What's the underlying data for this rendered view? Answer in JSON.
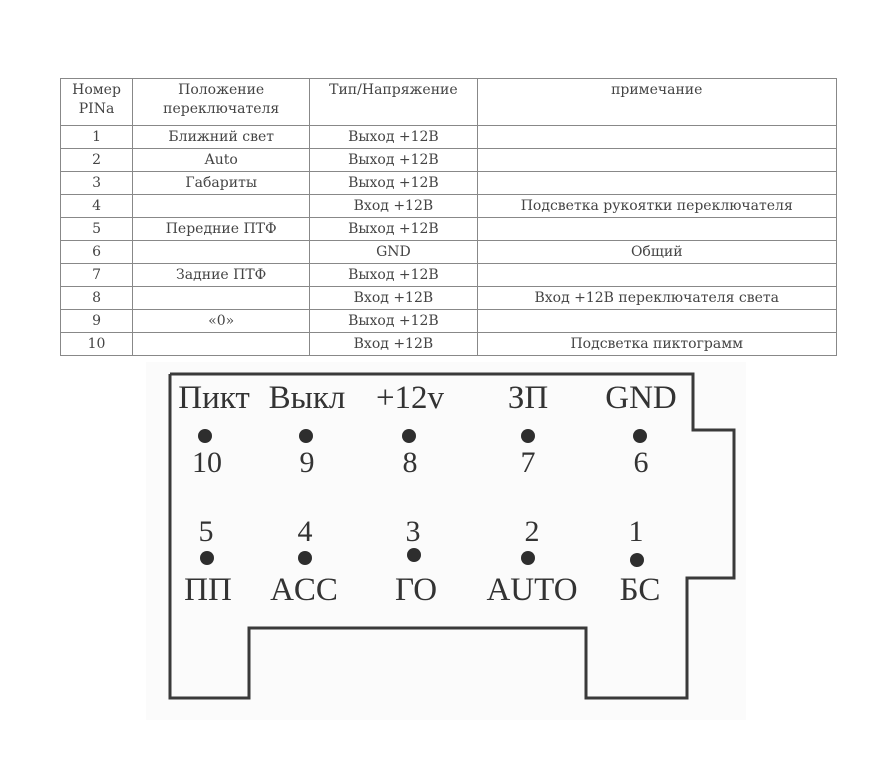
{
  "table": {
    "headers": [
      "Номер PINa",
      "Положение переключателя",
      "Тип/Напряжение",
      "примечание"
    ],
    "rows": [
      {
        "pin": "1",
        "switch": "Ближний свет",
        "type": "Выход +12В",
        "note": ""
      },
      {
        "pin": "2",
        "switch": "Auto",
        "type": "Выход +12В",
        "note": ""
      },
      {
        "pin": "3",
        "switch": "Габариты",
        "type": "Выход +12В",
        "note": ""
      },
      {
        "pin": "4",
        "switch": "",
        "type": "Вход +12В",
        "note": "Подсветка рукоятки переключателя"
      },
      {
        "pin": "5",
        "switch": "Передние ПТФ",
        "type": "Выход +12В",
        "note": ""
      },
      {
        "pin": "6",
        "switch": "",
        "type": "GND",
        "note": "Общий"
      },
      {
        "pin": "7",
        "switch": "Задние ПТФ",
        "type": "Выход +12В",
        "note": ""
      },
      {
        "pin": "8",
        "switch": "",
        "type": "Вход +12В",
        "note": "Вход +12В переключателя света"
      },
      {
        "pin": "9",
        "switch": "«0»",
        "type": "Выход +12В",
        "note": ""
      },
      {
        "pin": "10",
        "switch": "",
        "type": "Вход +12В",
        "note": "Подсветка пиктограмм"
      }
    ]
  },
  "connector": {
    "top_row": [
      {
        "label": "Пикт",
        "number": "10"
      },
      {
        "label": "Выкл",
        "number": "9"
      },
      {
        "label": "+12v",
        "number": "8"
      },
      {
        "label": "ЗП",
        "number": "7"
      },
      {
        "label": "GND",
        "number": "6"
      }
    ],
    "bottom_row": [
      {
        "label": "ПП",
        "number": "5"
      },
      {
        "label": "ACC",
        "number": "4"
      },
      {
        "label": "ГО",
        "number": "3"
      },
      {
        "label": "AUTO",
        "number": "2"
      },
      {
        "label": "БС",
        "number": "1"
      }
    ]
  }
}
